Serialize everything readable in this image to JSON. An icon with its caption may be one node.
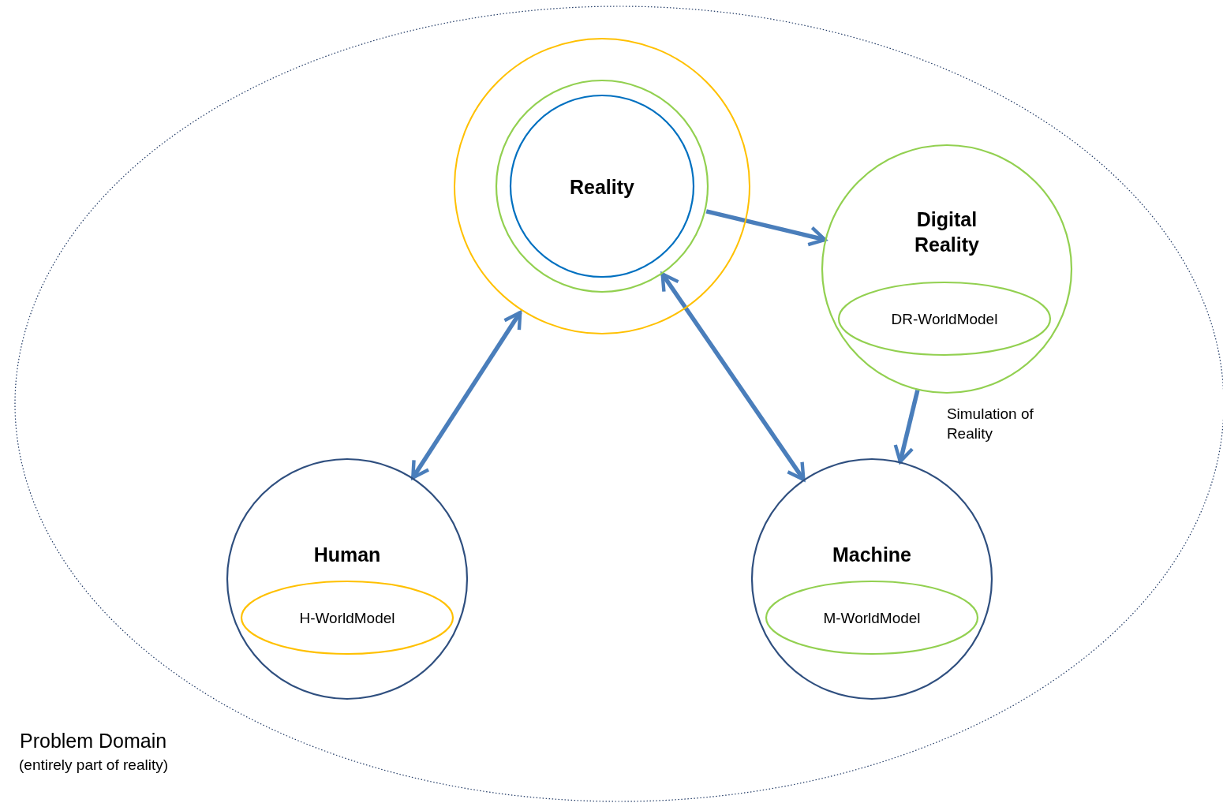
{
  "diagram": {
    "nodes": [
      {
        "text": [
          "Problem Domain",
          "(entirely part of reality)"
        ]
      },
      {
        "text": [],
        "shape": "circle",
        "in": 0
      },
      {
        "text": [],
        "shape": "circle",
        "in": 1
      },
      {
        "text": [
          "Reality"
        ],
        "in": 2
      },
      {
        "text": [
          "Digital Reality"
        ],
        "in": 0
      },
      {
        "text": [
          "DR-WorldModel"
        ],
        "in": 4
      },
      {
        "text": [
          "Human"
        ],
        "in": 0
      },
      {
        "text": [
          "H-WorldModel"
        ],
        "in": 6
      },
      {
        "text": [
          "Machine"
        ],
        "in": 0
      },
      {
        "text": [
          "M-WorldModel"
        ],
        "in": 8
      }
    ],
    "edges": [
      {
        "from": 2,
        "to": 4,
        "arrow": "to"
      },
      {
        "from": 6,
        "to": 1,
        "arrow": "both"
      },
      {
        "from": 8,
        "to": 2,
        "arrow": "both"
      },
      {
        "from": 4,
        "to": 8,
        "arrow": "to",
        "label": "Simulation of Reality"
      }
    ]
  }
}
